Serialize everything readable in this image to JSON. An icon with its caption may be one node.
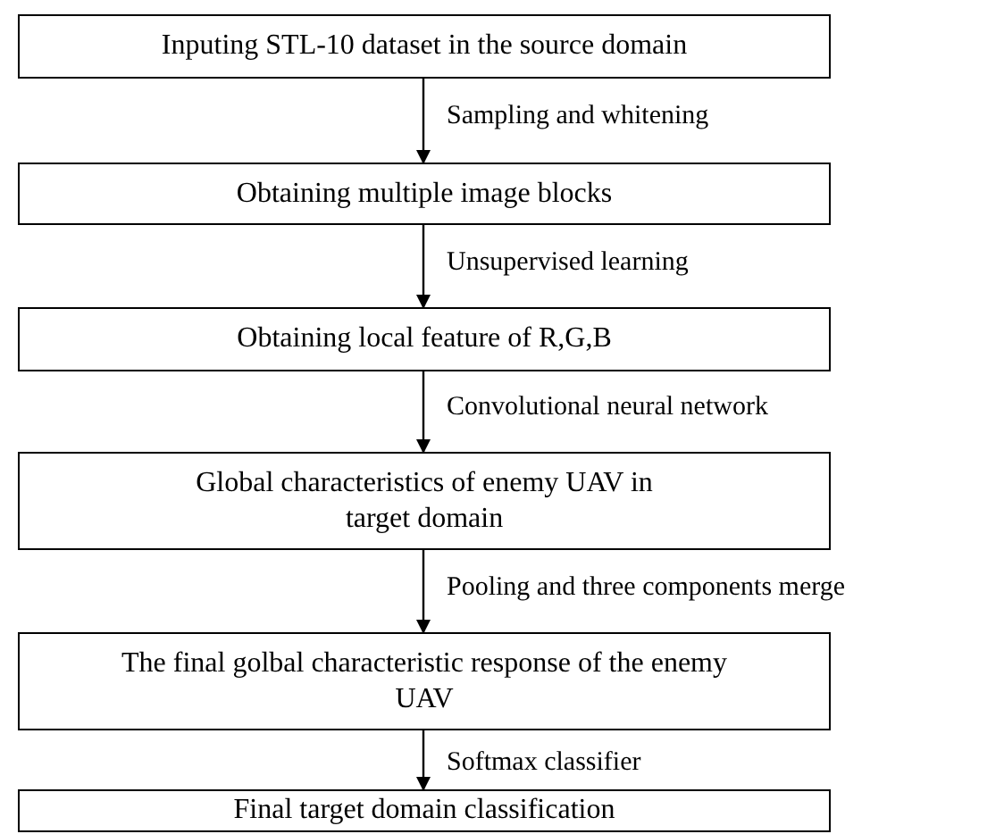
{
  "diagram": {
    "nodes": [
      {
        "text": [
          "Inputing STL-10 dataset in the source domain"
        ]
      },
      {
        "text": [
          "Obtaining multiple image blocks"
        ]
      },
      {
        "text": [
          "Obtaining local feature of R,G,B"
        ]
      },
      {
        "text": [
          "Global characteristics of enemy UAV in target domain"
        ]
      },
      {
        "text": [
          "The final golbal characteristic response of the enemy UAV"
        ]
      },
      {
        "text": [
          "Final target domain classification"
        ]
      }
    ],
    "edges": [
      {
        "from": 0,
        "to": 1,
        "arrow": "to",
        "label": "Sampling and whitening"
      },
      {
        "from": 1,
        "to": 2,
        "arrow": "to",
        "label": "Unsupervised learning"
      },
      {
        "from": 2,
        "to": 3,
        "arrow": "to",
        "label": "Convolutional neural network"
      },
      {
        "from": 3,
        "to": 4,
        "arrow": "to",
        "label": "Pooling and three components merge"
      },
      {
        "from": 4,
        "to": 5,
        "arrow": "to",
        "label": "Softmax classifier"
      }
    ]
  }
}
